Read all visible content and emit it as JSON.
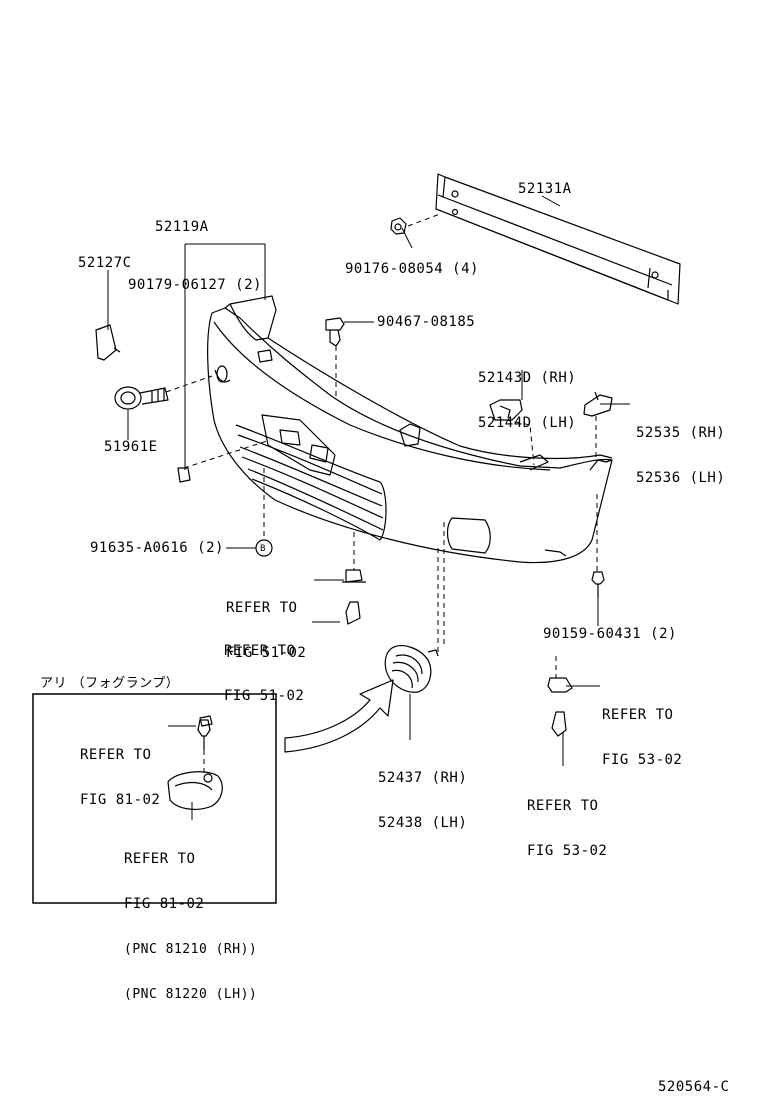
{
  "diagram_id": "520564-C",
  "labels": {
    "p52131A": "52131A",
    "p52119A": "52119A",
    "p52127C": "52127C",
    "p90179": "90179-06127 (2)",
    "p90176": "90176-08054 (4)",
    "p90467": "90467-08185",
    "p52143D": "52143D (RH)",
    "p52144D": "52144D (LH)",
    "p52535": "52535 (RH)",
    "p52536": "52536 (LH)",
    "p51961E": "51961E",
    "p91635": "91635-A0616 (2)",
    "circle_b": "B",
    "refer_51_a1": "REFER TO",
    "refer_51_a2": "FIG 51-02",
    "refer_51_b1": "REFER TO",
    "refer_51_b2": "FIG 51-02",
    "p90159": "90159-60431 (2)",
    "refer_53_a1": "REFER TO",
    "refer_53_a2": "FIG 53-02",
    "refer_53_b1": "REFER TO",
    "refer_53_b2": "FIG 53-02",
    "p52437": "52437 (RH)",
    "p52438": "52438 (LH)",
    "fog_header": "アリ （フォグランプ）",
    "refer_81_a1": "REFER TO",
    "refer_81_a2": "FIG 81-02",
    "refer_81_b1": "REFER TO",
    "refer_81_b2": "FIG 81-02",
    "pnc1": "(PNC 81210 (RH))",
    "pnc2": "(PNC 81220 (LH))"
  }
}
